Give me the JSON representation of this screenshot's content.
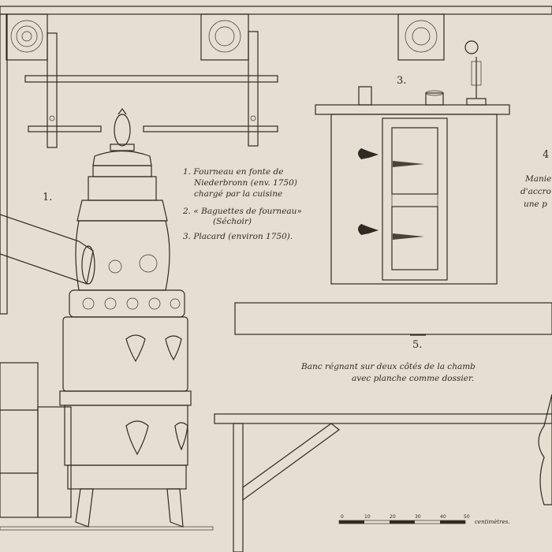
{
  "plate": {
    "paper_color": "#e6ded0",
    "ink_color": "#2f2a24"
  },
  "figure_numbers": {
    "fig1": "1.",
    "fig3": "3.",
    "fig4": "4",
    "fig5": "5."
  },
  "legend": [
    {
      "text": "1. Fourneau en fonte de"
    },
    {
      "text": "Niederbronn (env. 1750)"
    },
    {
      "text": "chargé par la cuisine"
    },
    {
      "text": "2. « Baguettes de fourneau»"
    },
    {
      "text": "(Séchoir)"
    },
    {
      "text": "3. Placard (environ 1750)."
    }
  ],
  "fig4_caption": [
    {
      "text": "Manie"
    },
    {
      "text": "d'accro"
    },
    {
      "text": "une p"
    }
  ],
  "fig5_caption": [
    {
      "text": "Banc régnant sur deux côtés de la chamb"
    },
    {
      "text": "avec planche comme dossier."
    }
  ],
  "scale_bar": {
    "ticks": [
      "0",
      "10",
      "20",
      "30",
      "40",
      "50"
    ],
    "unit": "centimètres."
  }
}
